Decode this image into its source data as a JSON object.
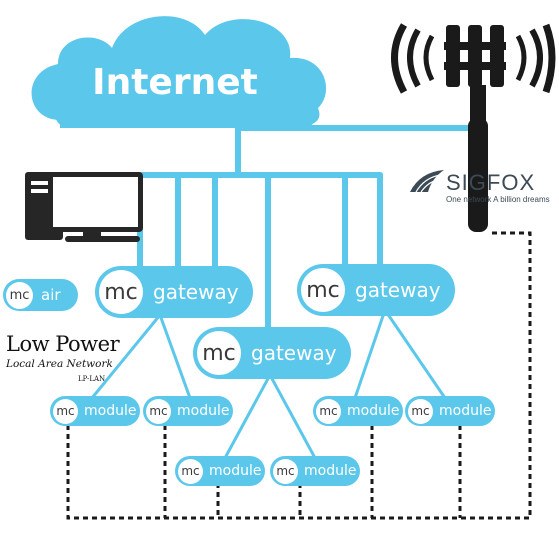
{
  "cloud": {
    "label": "Internet"
  },
  "gateways": [
    {
      "mc": "mc",
      "label": "gateway"
    },
    {
      "mc": "mc",
      "label": "gateway"
    },
    {
      "mc": "mc",
      "label": "gateway"
    }
  ],
  "modules": [
    {
      "mc": "mc",
      "label": "module"
    },
    {
      "mc": "mc",
      "label": "module"
    },
    {
      "mc": "mc",
      "label": "module"
    },
    {
      "mc": "mc",
      "label": "module"
    },
    {
      "mc": "mc",
      "label": "module"
    },
    {
      "mc": "mc",
      "label": "module"
    }
  ],
  "air": {
    "mc": "mc",
    "label": "air"
  },
  "lplan": {
    "title": "Low Power",
    "subtitle": "Local Area Network",
    "tag": "LP-LAN"
  },
  "sigfox": {
    "name": "SIGFOX",
    "tagline": "One network A billion dreams"
  },
  "colors": {
    "accent": "#5bc8eb",
    "dark": "#1a1a1a",
    "sigfox_text": "#3c4a56"
  },
  "icons": [
    "cloud-icon",
    "computer-icon",
    "cell-tower-icon",
    "sigfox-logo-icon"
  ]
}
